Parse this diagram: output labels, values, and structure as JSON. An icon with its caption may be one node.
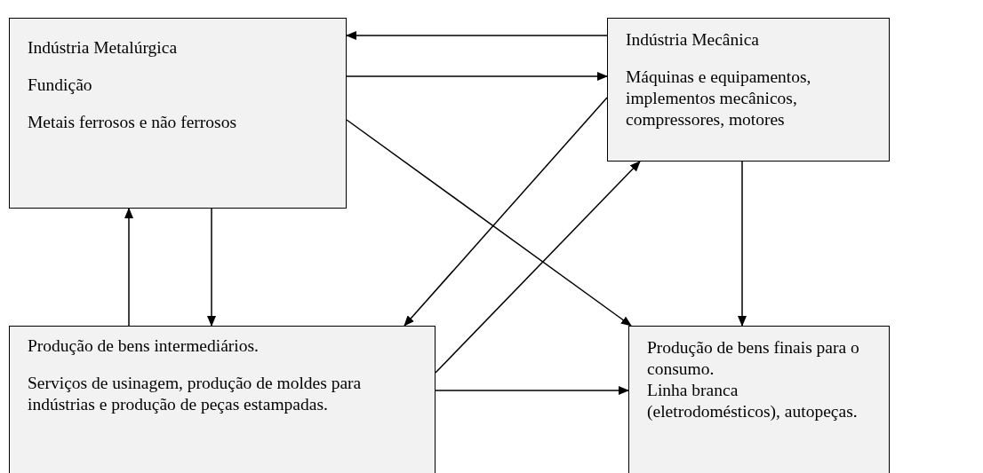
{
  "diagram": {
    "nodes": [
      {
        "text": [
          "Indústria Metalúrgica",
          "Fundição",
          "Metais ferrosos e não ferrosos"
        ]
      },
      {
        "text": [
          "Indústria Mecânica",
          "Máquinas e equipamentos, implementos mecânicos, compressores, motores"
        ]
      },
      {
        "text": [
          "Produção de bens intermediários.",
          "Serviços de usinagem, produção de moldes para indústrias e produção de peças estampadas."
        ]
      },
      {
        "text": [
          "Produção de bens finais para o consumo.",
          "Linha branca (eletrodomésticos), autopeças."
        ]
      }
    ],
    "edges": [
      {
        "from": 1,
        "to": 0,
        "arrow": "to"
      },
      {
        "from": 0,
        "to": 1,
        "arrow": "to"
      },
      {
        "from": 2,
        "to": 0,
        "arrow": "to"
      },
      {
        "from": 0,
        "to": 2,
        "arrow": "to"
      },
      {
        "from": 0,
        "to": 3,
        "arrow": "to"
      },
      {
        "from": 1,
        "to": 2,
        "arrow": "to"
      },
      {
        "from": 2,
        "to": 1,
        "arrow": "to"
      },
      {
        "from": 2,
        "to": 3,
        "arrow": "to"
      },
      {
        "from": 1,
        "to": 3,
        "arrow": "to"
      }
    ]
  }
}
